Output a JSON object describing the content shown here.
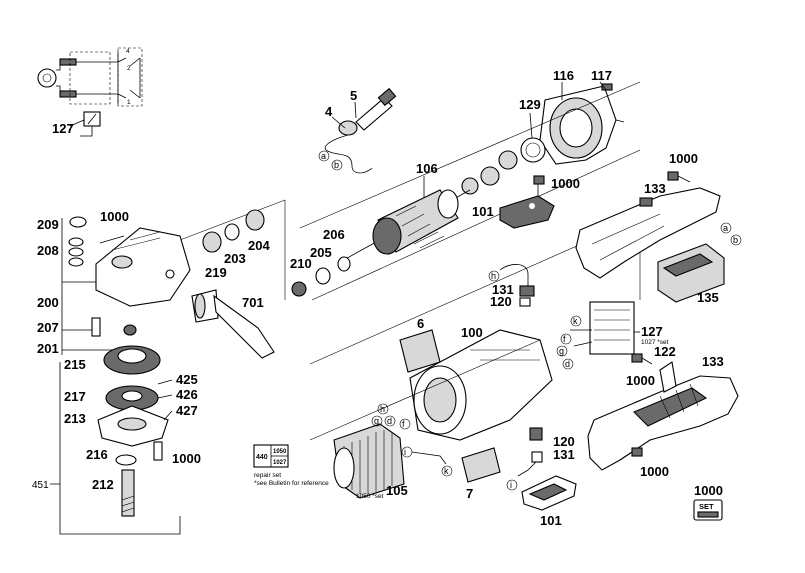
{
  "parts": {
    "p116": "116",
    "p117": "117",
    "p4": "4",
    "p5": "5",
    "p127a": "127",
    "p129": "129",
    "p1000a": "1000",
    "p106": "106",
    "p1000b": "1000",
    "p133a": "133",
    "p209": "209",
    "p1000c": "1000",
    "p208": "208",
    "p101a": "101",
    "p206": "206",
    "p205": "205",
    "p210": "210",
    "p219": "219",
    "p203": "203",
    "p204": "204",
    "p200": "200",
    "p701": "701",
    "p207": "207",
    "p201": "201",
    "p215": "215",
    "p6": "6",
    "p100": "100",
    "p131a": "131",
    "p120a": "120",
    "p135": "135",
    "p127b": "127",
    "p122": "122",
    "p133b": "133",
    "p1000d": "1000",
    "p425": "425",
    "p426": "426",
    "p427": "427",
    "p217": "217",
    "p213": "213",
    "p216": "216",
    "p1000e": "1000",
    "p212": "212",
    "p451": "451",
    "p440": "440",
    "p1050": "1050",
    "p1027": "1027",
    "p105": "105",
    "p120b": "120",
    "p131b": "131",
    "p7": "7",
    "p101b": "101",
    "p1000f": "1000",
    "p1000g": "1000",
    "p1000h": "1000"
  },
  "letters": {
    "a1": "a",
    "b1": "b",
    "a2": "a",
    "b2": "b",
    "h1": "h",
    "k1": "k",
    "f1": "f",
    "g1": "g",
    "d1": "d",
    "h2": "h",
    "g2": "g",
    "d2": "d",
    "f2": "f",
    "i1": "i",
    "k2": "k",
    "i2": "i"
  },
  "notes": {
    "set_1027": "1027 *set",
    "set_1050": "1050 *set",
    "repair_set": "repair set",
    "bulletin": "*see Bulletin for reference",
    "set_badge": "SET"
  },
  "icons": [
    "set-badge-icon"
  ]
}
